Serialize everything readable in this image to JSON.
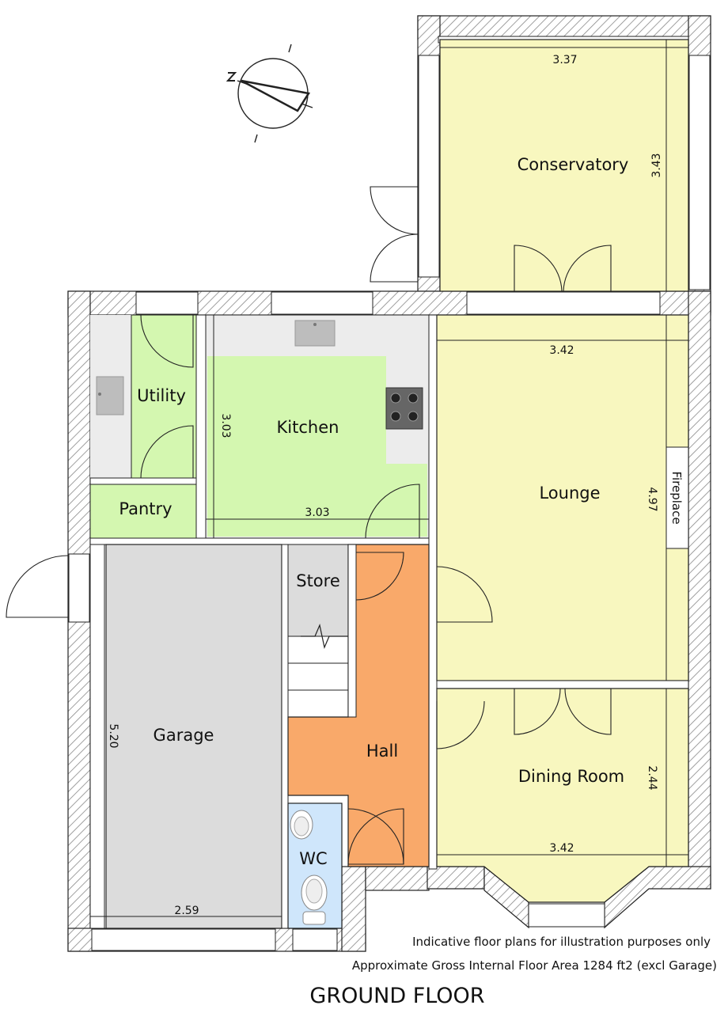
{
  "floor_title": "GROUND FLOOR",
  "notes": {
    "indicative": "Indicative floor plans for illustration purposes only",
    "area": "Approximate Gross Internal Floor Area 1284 ft2 (excl Garage)"
  },
  "rooms": {
    "conservatory": "Conservatory",
    "utility": "Utility",
    "kitchen": "Kitchen",
    "pantry": "Pantry",
    "lounge": "Lounge",
    "fireplace": "Fireplace",
    "store": "Store",
    "garage": "Garage",
    "hall": "Hall",
    "dining_room": "Dining Room",
    "wc": "WC"
  },
  "dimensions": {
    "conservatory_width": "3.37",
    "conservatory_depth": "3.43",
    "lounge_width": "3.42",
    "lounge_depth": "4.97",
    "kitchen_depth": "3.03",
    "kitchen_width": "3.03",
    "garage_depth": "5.20",
    "garage_width": "2.59",
    "dining_depth": "2.44",
    "dining_width": "3.42"
  },
  "colors": {
    "green_room": "#d4f7b0",
    "yellow_room": "#f8f7bf",
    "grey_room": "#dcdcdc",
    "orange_hall": "#f9a96a",
    "blue_wc": "#cfe6fb",
    "wall_hatch": "#888888"
  },
  "icons": [
    "compass-north-icon",
    "hob-icon",
    "sink-icon",
    "toilet-icon",
    "basin-icon",
    "door-swing-icon"
  ]
}
